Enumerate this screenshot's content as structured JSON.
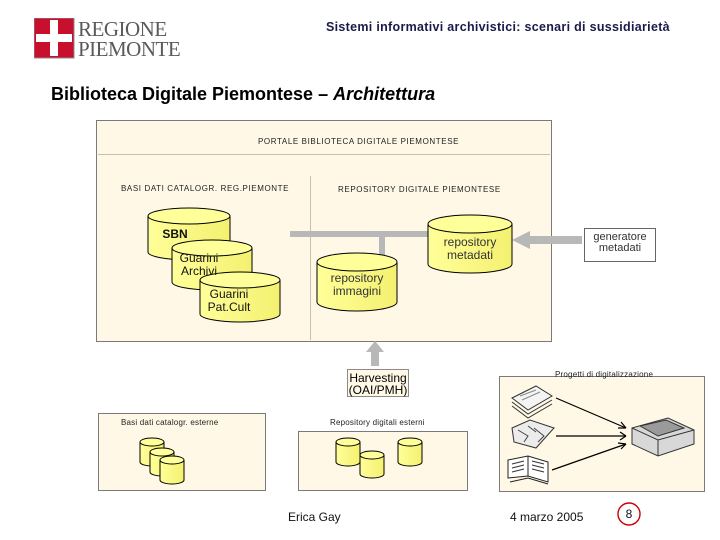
{
  "header": {
    "logo_line1": "REGIONE",
    "logo_line2": "PIEMONTE",
    "subtitle": "Sistemi informativi archivistici: scenari di sussidiarietà"
  },
  "title": {
    "main": "Biblioteca Digitale Piemontese – ",
    "italic": "Architettura"
  },
  "diagram": {
    "portal_caption": "PORTALE BIBLIOTECA DIGITALE PIEMONTESE",
    "basi_caption": "BASI DATI CATALOGR. REG.PIEMONTE",
    "repo_caption": "REPOSITORY DIGITALE PIEMONTESE",
    "sbn": "SBN",
    "guarini_archivi_1": "Guarini",
    "guarini_archivi_2": "Archivi",
    "guarini_patcult_1": "Guarini",
    "guarini_patcult_2": "Pat.Cult",
    "repo_metadati_1": "repository",
    "repo_metadati_2": "metadati",
    "repo_immagini_1": "repository",
    "repo_immagini_2": "immagini",
    "generatore_1": "generatore",
    "generatore_2": "metadati",
    "harvesting_1": "Harvesting",
    "harvesting_2": "(OAI/PMH)",
    "progetti_caption": "Progetti di digitalizzazione",
    "basi_esterne_caption": "Basi dati catalogr. esterne",
    "repo_esterni_caption": "Repository digitali esterni"
  },
  "colors": {
    "panel_bg": "#fff8e6",
    "cylinder_fill": "#ffff99",
    "arrow_gray": "#b0b0b0",
    "badge_red": "#cc0000"
  },
  "footer": {
    "author": "Erica Gay",
    "date": "4 marzo 2005",
    "page_number": "8"
  }
}
